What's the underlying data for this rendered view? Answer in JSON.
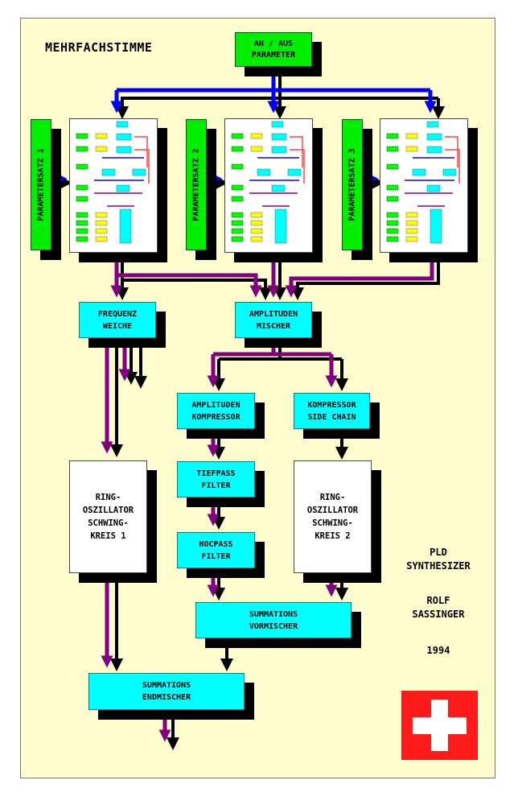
{
  "title": "MEHRFACHSTIMME",
  "on_off": "AN / AUS\nPARAMETER",
  "parameter_sets": [
    "PARAMETERSATZ 1",
    "PARAMETERSATZ 2",
    "PARAMETERSATZ 3"
  ],
  "blocks": {
    "frequenz_weiche": "FREQUENZ\nWEICHE",
    "amplituden_mischer": "AMPLITUDEN\nMISCHER",
    "amplituden_kompressor": "AMPLITUDEN\nKOMPRESSOR",
    "kompressor_side_chain": "KOMPRESSOR\nSIDE CHAIN",
    "tiefpass_filter": "TIEFPASS\nFILTER",
    "hocpass_filter": "HOCPASS\nFILTER",
    "ring_osc_1": "RING-\nOSZILLATOR\nSCHWING-\nKREIS 1",
    "ring_osc_2": "RING-\nOSZILLATOR\nSCHWING-\nKREIS 2",
    "summations_vormischer": "SUMMATIONS\nVORMISCHER",
    "summations_endmischer": "SUMMATIONS\nENDMISCHER"
  },
  "credits": {
    "product": "PLD\nSYNTHESIZER",
    "author": "ROLF\nSASSINGER",
    "year": "1994"
  },
  "colors": {
    "background": "#fffccd",
    "block_cyan": "#00ffff",
    "block_green": "#00ee00",
    "wire_purple": "#800080",
    "wire_blue": "#0000ff",
    "wire_black": "#000000",
    "flag_red": "#ff1a1a"
  }
}
